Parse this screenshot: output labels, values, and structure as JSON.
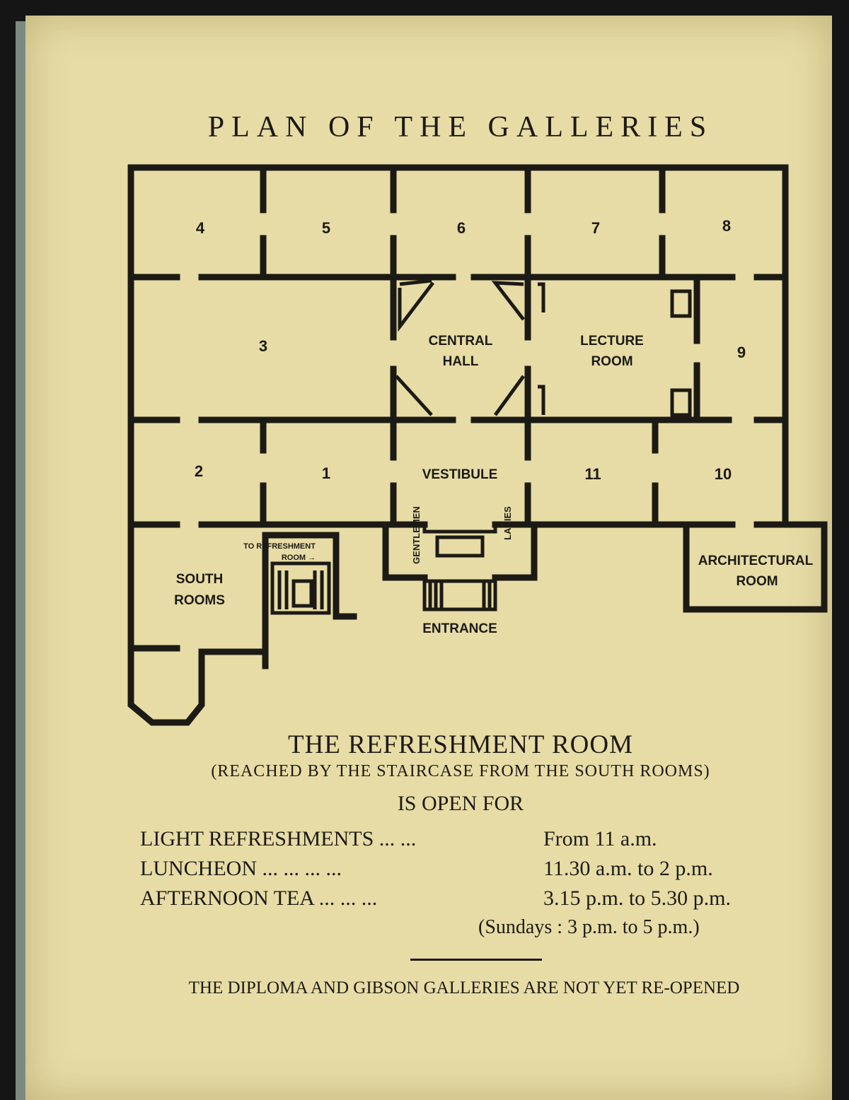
{
  "title": "PLAN OF THE GALLERIES",
  "plan": {
    "rooms": {
      "r4": "4",
      "r5": "5",
      "r6": "6",
      "r7": "7",
      "r8": "8",
      "r3": "3",
      "r9": "9",
      "r2": "2",
      "r1": "1",
      "r11": "11",
      "r10": "10"
    },
    "central_hall": [
      "CENTRAL",
      "HALL"
    ],
    "lecture_room": [
      "LECTURE",
      "ROOM"
    ],
    "vestibule": "VESTIBULE",
    "gentlemen": "GENTLEMEN",
    "ladies": "LADIES",
    "to_refreshment": [
      "TO REFRESHMENT",
      "ROOM →"
    ],
    "south_rooms": [
      "SOUTH",
      "ROOMS"
    ],
    "entrance": "ENTRANCE",
    "architectural_room": [
      "ARCHITECTURAL",
      "ROOM"
    ]
  },
  "refreshment": {
    "title": "THE REFRESHMENT ROOM",
    "subtitle": "(REACHED BY THE STAIRCASE FROM THE SOUTH ROOMS)",
    "open_for": "IS OPEN FOR",
    "hours": [
      {
        "item": "LIGHT REFRESHMENTS ...          ...",
        "time": "From 11 a.m."
      },
      {
        "item": "LUNCHEON ...       ...       ...       ...",
        "time": "11.30 a.m. to 2 p.m."
      },
      {
        "item": "AFTERNOON TEA ...       ...       ...",
        "time": "3.15 p.m. to 5.30 p.m."
      }
    ],
    "sundays": "(Sundays : 3 p.m. to 5 p.m.)"
  },
  "notice": "THE DIPLOMA AND GIBSON GALLERIES ARE NOT YET RE-OPENED",
  "colors": {
    "paper": "#e7dca6",
    "ink": "#1c1a14",
    "cover": "#7d8a82"
  }
}
